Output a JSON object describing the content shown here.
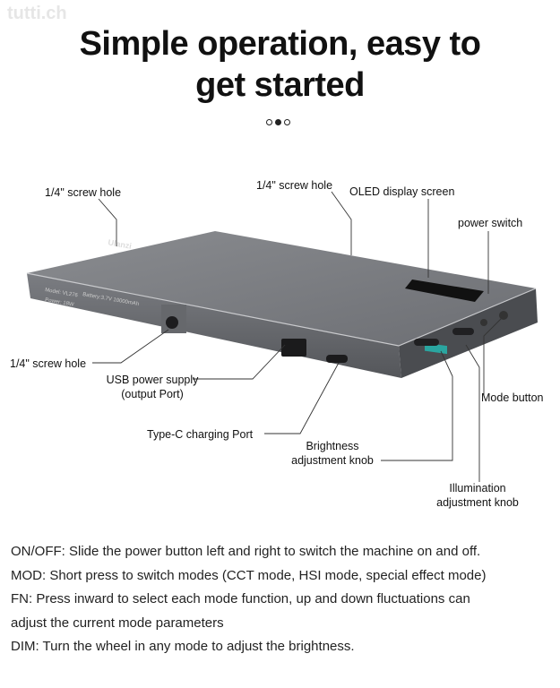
{
  "watermark": "tutti.ch",
  "title": {
    "line1": "Simple operation, easy to",
    "line2": "get started"
  },
  "pager": {
    "count": 3,
    "active": 1
  },
  "labels": {
    "screw_hole_left_top": "1/4\" screw hole",
    "screw_hole_top": "1/4\" screw hole",
    "oled": "OLED display screen",
    "power_switch": "power switch",
    "screw_hole_left": "1/4\" screw hole",
    "usb_line1": "USB power supply",
    "usb_line2": "(output Port)",
    "type_c": "Type-C charging Port",
    "brightness_line1": "Brightness",
    "brightness_line2": "adjustment knob",
    "mode_button": "Mode button",
    "illumination_line1": "Illumination",
    "illumination_line2": "adjustment knob"
  },
  "device_print": {
    "model": "Model: VL276",
    "power": "Power: 18W",
    "battery": "Battery:3.7V 10000mAh",
    "brand": "Ulanzi"
  },
  "description": [
    "ON/OFF: Slide the power button left and right to switch the machine on and off.",
    "MOD: Short press to switch modes (CCT mode, HSI mode, special effect mode)",
    "FN: Press inward to select each mode function, up and down fluctuations can",
    "adjust the current mode parameters",
    "DIM: Turn the wheel in any mode to adjust the brightness."
  ]
}
